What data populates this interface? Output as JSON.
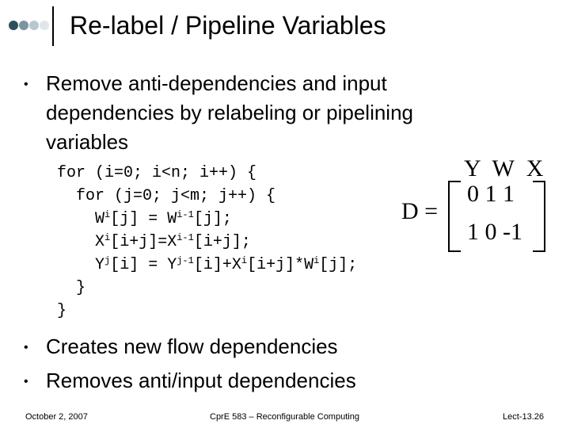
{
  "header": {
    "title": "Re-label / Pipeline Variables"
  },
  "bullets_top": [
    "Remove anti-dependencies and input",
    "dependencies by relabeling or pipelining",
    "variables"
  ],
  "code": {
    "line1": "for (i=0; i<n; i++) {",
    "line2": "  for (j=0; j<m; j++) {",
    "line3": {
      "a": "    W",
      "a_sup": "i",
      "b": "[j] = W",
      "b_sup": "i-1",
      "c": "[j];"
    },
    "line4": {
      "a": "    X",
      "a_sup": "i",
      "b": "[i+j]=X",
      "b_sup": "i-1",
      "c": "[i+j];"
    },
    "line5": {
      "a": "    Y",
      "a_sup": "j",
      "b": "[i] = Y",
      "b_sup": "j-1",
      "c": "[i]+X",
      "c_sup": "i",
      "d": "[i+j]*W",
      "d_sup": "i",
      "e": "[j];"
    },
    "line6": "  }",
    "line7": "}"
  },
  "matrix": {
    "header": "Y W X",
    "label": "D =",
    "row1": "0 1 1",
    "row2": "1 0 -1"
  },
  "bullets_bottom": [
    "Creates new flow dependencies",
    "Removes anti/input dependencies"
  ],
  "footer": {
    "date": "October 2, 2007",
    "course": "CprE 583 – Reconfigurable Computing",
    "page": "Lect-13.26"
  },
  "colors": {
    "dot1": "#2f4f5f",
    "dot2": "#7b94a0",
    "dot3": "#b8c7cd",
    "dot4": "#e0e6e9"
  }
}
